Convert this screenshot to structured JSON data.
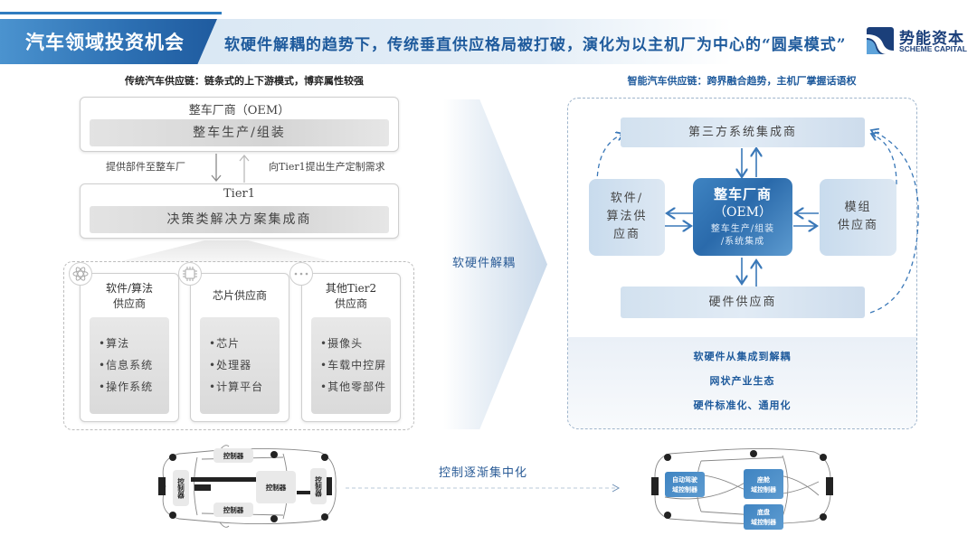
{
  "header": {
    "title": "汽车领域投资机会",
    "subtitle": "软硬件解耦的趋势下，传统垂直供应格局被打破，演化为以主机厂为中心的“圆桌模式”",
    "logo": {
      "name_cn": "势能资本",
      "name_en": "SCHEME CAPITAL",
      "icon": "scheme-capital-logo"
    }
  },
  "left": {
    "heading": "传统汽车供应链：链条式的上下游模式，博弈属性较强",
    "oem": {
      "title": "整车厂商（OEM）",
      "bar": "整车生产/组装"
    },
    "arrow_down_label": "提供部件至整车厂",
    "arrow_up_label": "向Tier1提出生产定制需求",
    "tier1": {
      "title": "Tier1",
      "bar": "决策类解决方案集成商"
    },
    "suppliers": [
      {
        "icon": "atom-icon",
        "title_lines": [
          "软件/算法",
          "供应商"
        ],
        "items": [
          "•算法",
          "•信息系统",
          "•操作系统"
        ]
      },
      {
        "icon": "chip-icon",
        "title_lines": [
          "芯片供应商"
        ],
        "items": [
          "•芯片",
          "•处理器",
          "•计算平台"
        ]
      },
      {
        "icon": "more-icon",
        "title_lines": [
          "其他Tier2",
          "供应商"
        ],
        "items": [
          "•摄像头",
          "•车载中控屏",
          "•其他零部件"
        ]
      }
    ]
  },
  "transition": {
    "label": "软硬件解耦"
  },
  "right": {
    "heading": "智能汽车供应链：跨界融合趋势，主机厂掌握话语权",
    "top_node": "第三方系统集成商",
    "left_node_lines": [
      "软件/",
      "算法供",
      "应商"
    ],
    "right_node_lines": [
      "模组",
      "供应商"
    ],
    "bottom_node": "硬件供应商",
    "center": {
      "line1": "整车厂商",
      "line2": "（OEM）",
      "line3": "整车生产/组装",
      "line4": "/系统集成"
    },
    "summary": [
      "软硬件从集成到解耦",
      "网状产业生态",
      "硬件标准化、通用化"
    ]
  },
  "bottom": {
    "center_label": "控制逐渐集中化",
    "left_car": {
      "controllers": [
        "控制器",
        "控制器",
        "控制器",
        "控制器",
        "控制器"
      ]
    },
    "right_car": {
      "controllers": [
        [
          "自动驾驶",
          "域控制器"
        ],
        [
          "座舱",
          "域控制器"
        ],
        [
          "底盘",
          "域控制器"
        ]
      ]
    }
  },
  "colors": {
    "accent": "#2c6fb2",
    "heading_blue": "#1e5a9c",
    "logo_navy": "#1b3f7a"
  }
}
